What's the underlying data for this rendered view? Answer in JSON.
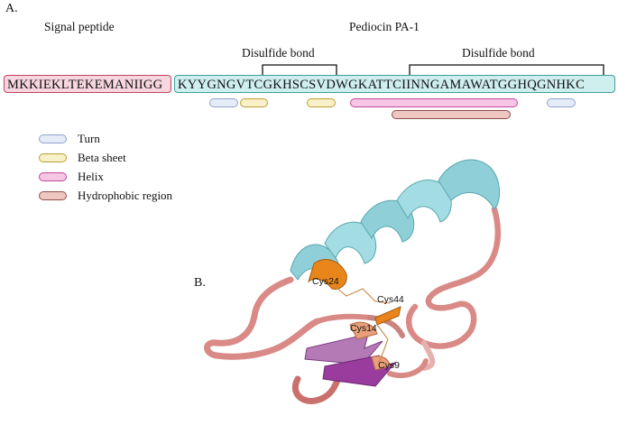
{
  "panel_a": {
    "label": "A.",
    "signal_header": "Signal peptide",
    "mature_header": "Pediocin PA-1",
    "disulfide_label_1": "Disulfide bond",
    "disulfide_label_2": "Disulfide bond",
    "signal_sequence": "MKKIEKLTEKEMANIIGG",
    "mature_sequence": "KYYGNGVTCGKHSCSVDWGKATTCIINNGAMAWATGGHQGNHKC"
  },
  "legend": {
    "items": [
      {
        "label": "Turn",
        "fill": "#e6ecf7",
        "border": "#8fa3cf"
      },
      {
        "label": "Beta sheet",
        "fill": "#f7f0c9",
        "border": "#b9a030"
      },
      {
        "label": "Helix",
        "fill": "#f6c6e4",
        "border": "#c2479f"
      },
      {
        "label": "Hydrophobic region",
        "fill": "#eec7c2",
        "border": "#8e4e4b"
      }
    ]
  },
  "panel_b": {
    "label": "B.",
    "residues": {
      "cys24": "Cys24",
      "cys44": "Cys44",
      "cys14": "Cys14",
      "cys9": "Cys9"
    }
  },
  "colors": {
    "helix_cyan": "#8fd0d8",
    "coil_salmon": "#d98a86",
    "sheet_purple": "#9a3c9e",
    "cys_orange": "#e8861c"
  }
}
